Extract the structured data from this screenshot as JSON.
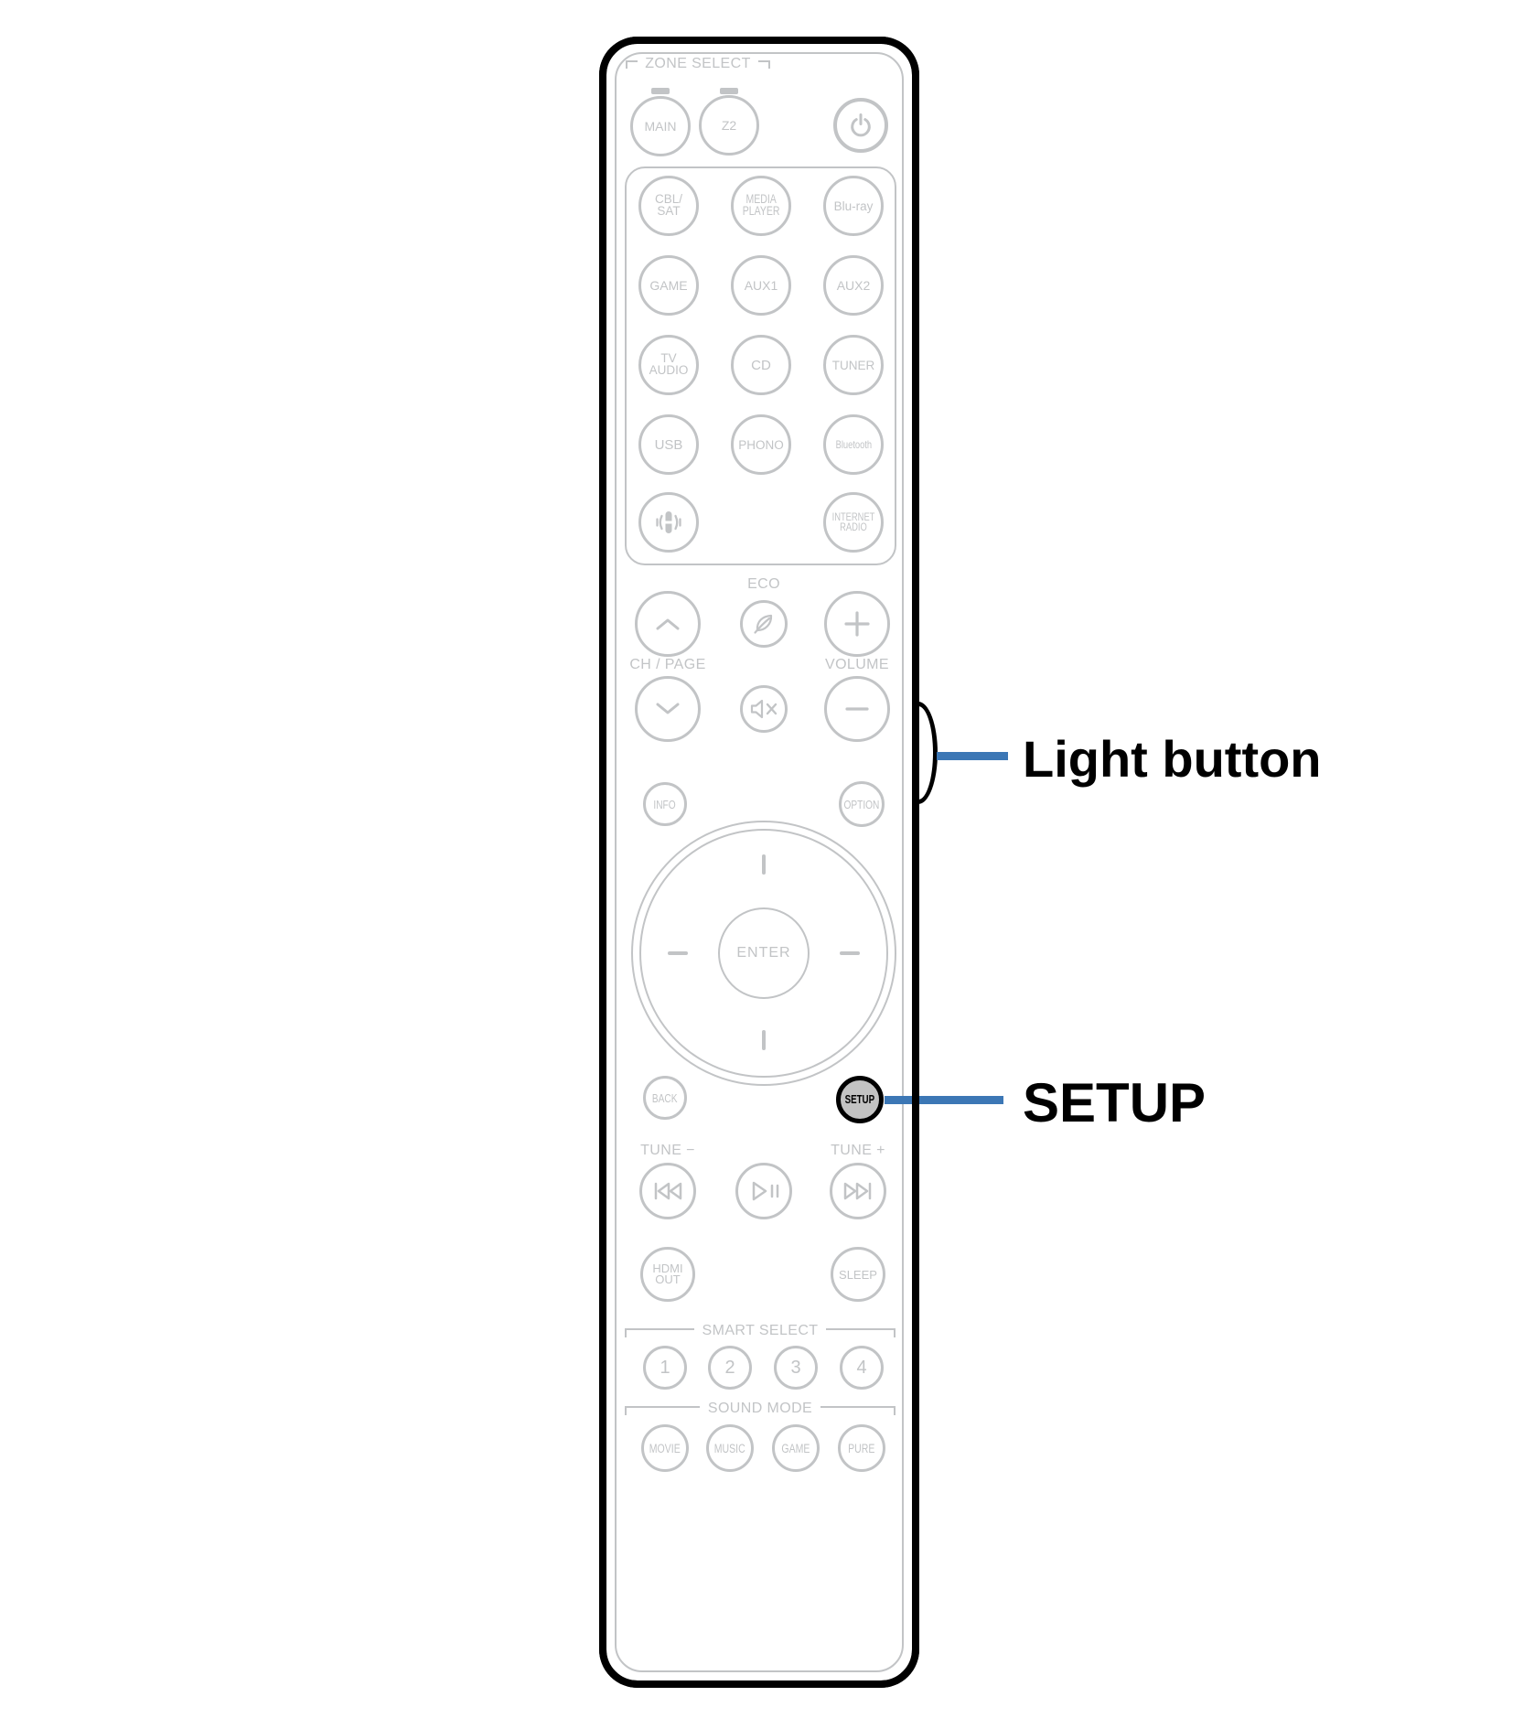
{
  "colors": {
    "accent_blue": "#3c77b5",
    "line_gray": "#c2c4c6",
    "setup_button_fill": "#c3c3c3"
  },
  "callouts": {
    "light_label": "Light button",
    "setup_label": "SETUP"
  },
  "remote": {
    "zone": {
      "title": "ZONE SELECT",
      "main": "MAIN",
      "z2": "Z2"
    },
    "sources": {
      "cbl_line1": "CBL/",
      "cbl_line2": "SAT",
      "media_line1": "MEDIA",
      "media_line2": "PLAYER",
      "bluray": "Blu-ray",
      "game": "GAME",
      "aux1": "AUX1",
      "aux2": "AUX2",
      "tv_line1": "TV",
      "tv_line2": "AUDIO",
      "cd": "CD",
      "tuner": "TUNER",
      "usb": "USB",
      "phono": "PHONO",
      "bluetooth": "Bluetooth",
      "internet_line1": "INTERNET",
      "internet_line2": "RADIO"
    },
    "eco": "ECO",
    "ch_page": "CH / PAGE",
    "volume": "VOLUME",
    "info": "INFO",
    "option": "OPTION",
    "enter": "ENTER",
    "back": "BACK",
    "setup": "SETUP",
    "tune_minus": "TUNE −",
    "tune_plus": "TUNE +",
    "hdmi_line1": "HDMI",
    "hdmi_line2": "OUT",
    "sleep": "SLEEP",
    "smart_select": {
      "title": "SMART SELECT",
      "b1": "1",
      "b2": "2",
      "b3": "3",
      "b4": "4"
    },
    "sound_mode": {
      "title": "SOUND MODE",
      "movie": "MOVIE",
      "music": "MUSIC",
      "game": "GAME",
      "pure": "PURE"
    }
  }
}
